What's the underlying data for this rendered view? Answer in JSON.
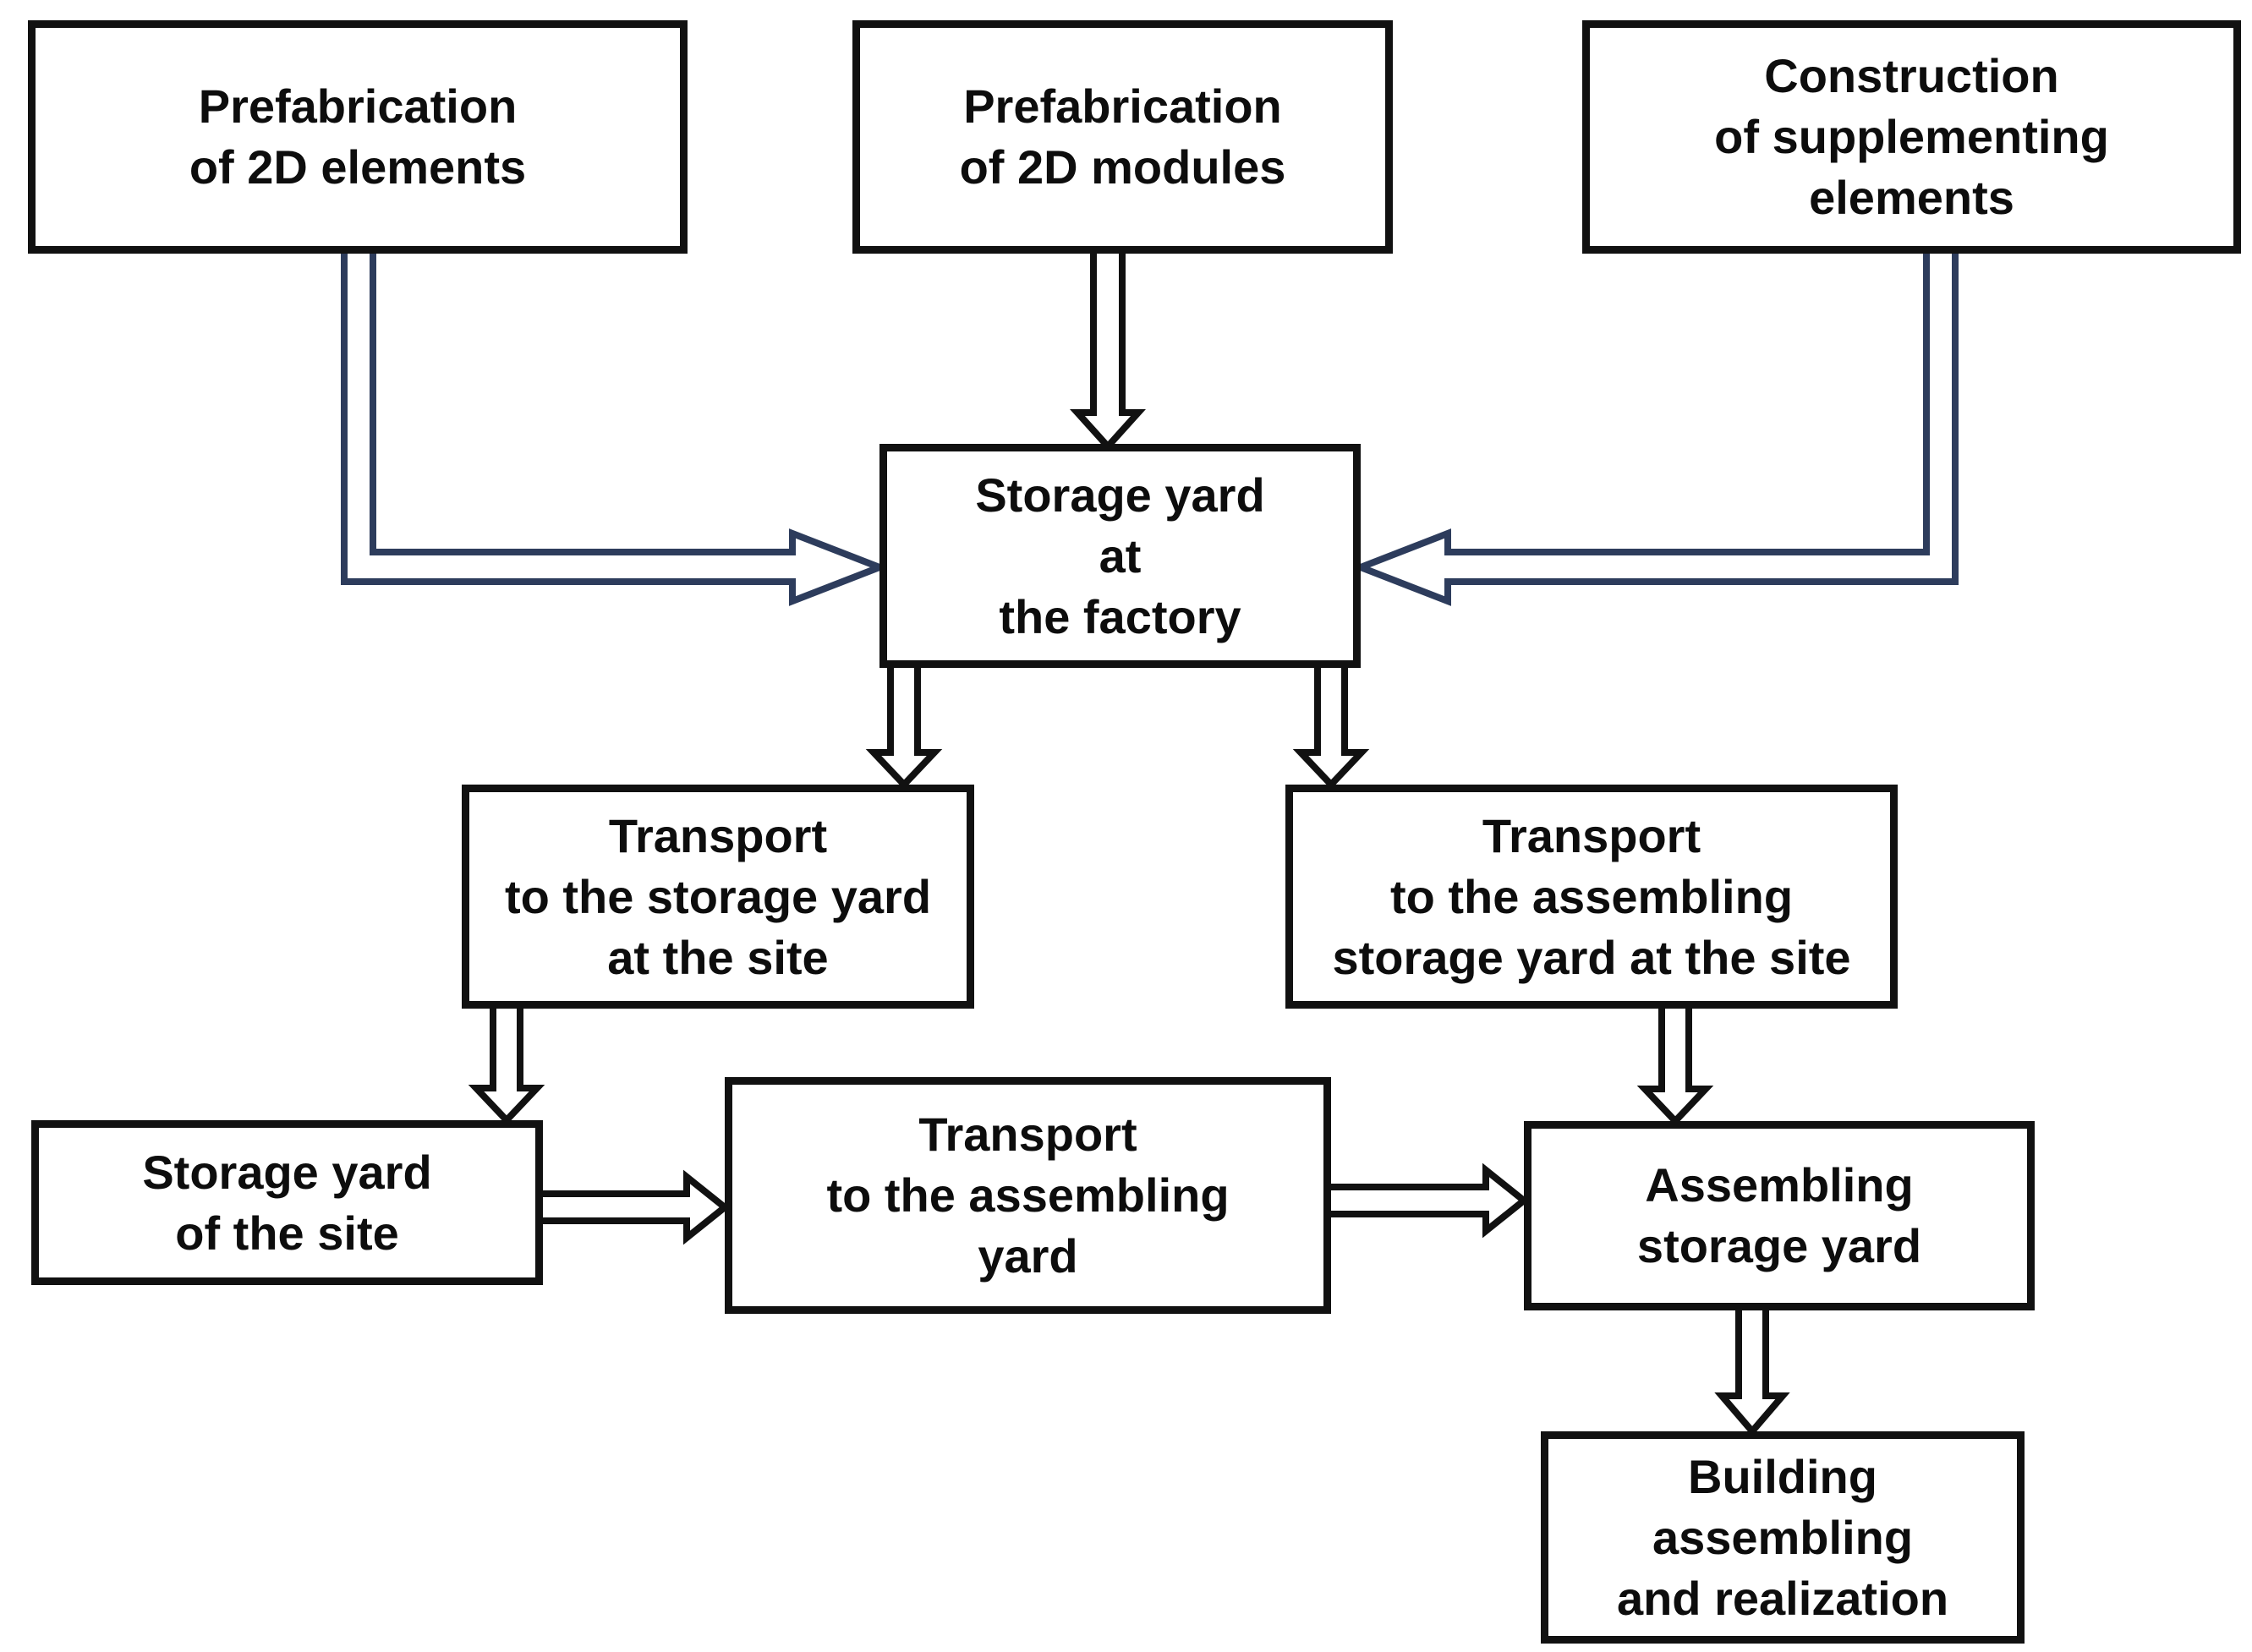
{
  "diagram": {
    "background_color": "#ffffff",
    "box_border_color": "#111111",
    "text_color": "#0d0d0d",
    "black_arrow_color": "#111111",
    "navy_arrow_color": "#2d3c5c",
    "nodes": [
      {
        "id": "prefab_2d_elements",
        "label": "Prefabrication\nof 2D elements"
      },
      {
        "id": "prefab_2d_modules",
        "label": "Prefabrication\nof 2D modules"
      },
      {
        "id": "construction_supplementing",
        "label": "Construction\nof supplementing\nelements"
      },
      {
        "id": "factory_storage_yard",
        "label": "Storage yard\nat\nthe factory"
      },
      {
        "id": "transport_storage_site",
        "label": "Transport\nto the storage yard\nat the site"
      },
      {
        "id": "transport_assembling_site",
        "label": "Transport\nto the assembling\nstorage yard at the site"
      },
      {
        "id": "storage_yard_site",
        "label": "Storage yard\nof the site"
      },
      {
        "id": "transport_assembling_yard",
        "label": "Transport\nto the assembling\nyard"
      },
      {
        "id": "assembling_storage_yard",
        "label": "Assembling\nstorage yard"
      },
      {
        "id": "building_assembling",
        "label": "Building\nassembling\nand realization"
      }
    ],
    "edges": [
      {
        "from": "prefab_2d_elements",
        "to": "factory_storage_yard",
        "color": "navy",
        "shape": "elbow-down-right"
      },
      {
        "from": "prefab_2d_modules",
        "to": "factory_storage_yard",
        "color": "black",
        "shape": "straight-down"
      },
      {
        "from": "construction_supplementing",
        "to": "factory_storage_yard",
        "color": "navy",
        "shape": "elbow-down-left"
      },
      {
        "from": "factory_storage_yard",
        "to": "transport_storage_site",
        "color": "black",
        "shape": "straight-down"
      },
      {
        "from": "factory_storage_yard",
        "to": "transport_assembling_site",
        "color": "black",
        "shape": "straight-down"
      },
      {
        "from": "transport_storage_site",
        "to": "storage_yard_site",
        "color": "black",
        "shape": "straight-down"
      },
      {
        "from": "transport_assembling_site",
        "to": "assembling_storage_yard",
        "color": "black",
        "shape": "straight-down"
      },
      {
        "from": "storage_yard_site",
        "to": "transport_assembling_yard",
        "color": "black",
        "shape": "straight-right"
      },
      {
        "from": "transport_assembling_yard",
        "to": "assembling_storage_yard",
        "color": "black",
        "shape": "straight-right"
      },
      {
        "from": "assembling_storage_yard",
        "to": "building_assembling",
        "color": "black",
        "shape": "straight-down"
      }
    ]
  }
}
